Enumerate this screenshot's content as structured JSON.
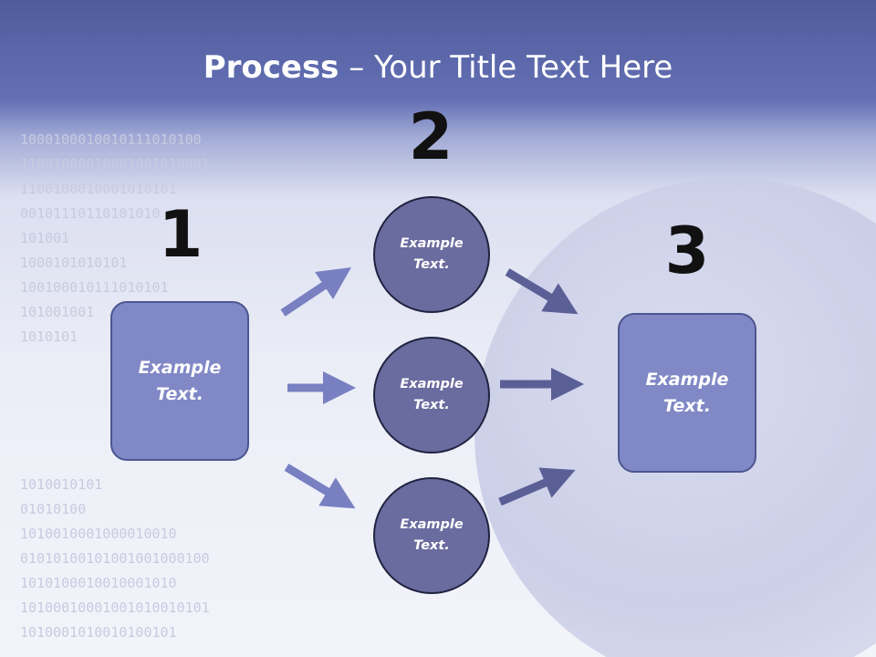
{
  "title": {
    "bold": "Process",
    "rest": " – Your Title Text Here"
  },
  "background": {
    "binary_rows": [
      "1000100010010111010100",
      "11001000010001001010001",
      "1100100010001010101",
      "00101110110101010",
      "101001",
      "1000101010101",
      "100100010111010101",
      "101001001",
      "1010101",
      "",
      "",
      "",
      "",
      "",
      "1010010101",
      "01010100",
      "1010010001000010010",
      "01010100101001001000100",
      "1010100010010001010",
      "10100010001001010010101",
      "1010001010010100101"
    ]
  },
  "steps": [
    {
      "number": "1",
      "label": "Example Text."
    },
    {
      "number": "2",
      "label": ""
    },
    {
      "number": "3",
      "label": "Example Text."
    }
  ],
  "middle_nodes": [
    {
      "label": "Example Text."
    },
    {
      "label": "Example Text."
    },
    {
      "label": "Example Text."
    }
  ],
  "colors": {
    "header": "#5a66aa",
    "box_fill": "#8088c6",
    "circle_fill": "#6a6b9e",
    "arrow_light": "#7880c2",
    "arrow_dark": "#5a5f96"
  }
}
